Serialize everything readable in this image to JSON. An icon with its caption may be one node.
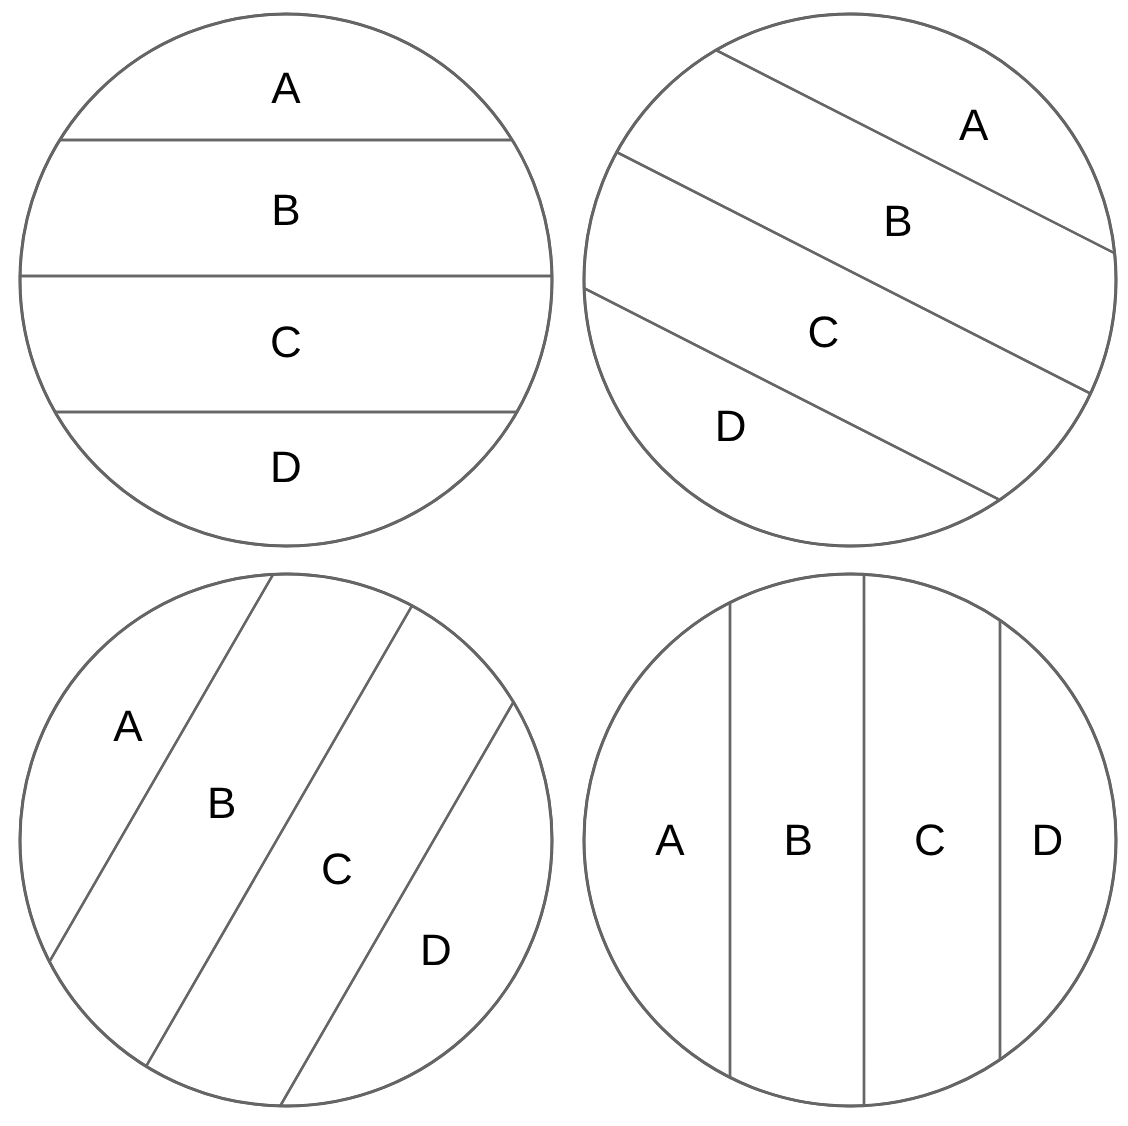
{
  "diagram": {
    "nodes": [
      {
        "text": [],
        "shape": "circle"
      },
      {
        "text": [
          "A"
        ],
        "in": 0
      },
      {
        "text": [
          "B"
        ],
        "in": 0
      },
      {
        "text": [
          "C"
        ],
        "in": 0
      },
      {
        "text": [
          "D"
        ],
        "in": 0
      },
      {
        "text": [],
        "shape": "circle"
      },
      {
        "text": [
          "A"
        ],
        "in": 5
      },
      {
        "text": [
          "B"
        ],
        "in": 5
      },
      {
        "text": [
          "C"
        ],
        "in": 5
      },
      {
        "text": [
          "D"
        ],
        "in": 5
      },
      {
        "text": [],
        "shape": "circle"
      },
      {
        "text": [
          "A"
        ],
        "in": 10
      },
      {
        "text": [
          "B"
        ],
        "in": 10
      },
      {
        "text": [
          "C"
        ],
        "in": 10
      },
      {
        "text": [
          "D"
        ],
        "in": 10
      },
      {
        "text": [],
        "shape": "circle"
      },
      {
        "text": [
          "A"
        ],
        "in": 15
      },
      {
        "text": [
          "B"
        ],
        "in": 15
      },
      {
        "text": [
          "C"
        ],
        "in": 15
      },
      {
        "text": [
          "D"
        ],
        "in": 15
      }
    ]
  }
}
